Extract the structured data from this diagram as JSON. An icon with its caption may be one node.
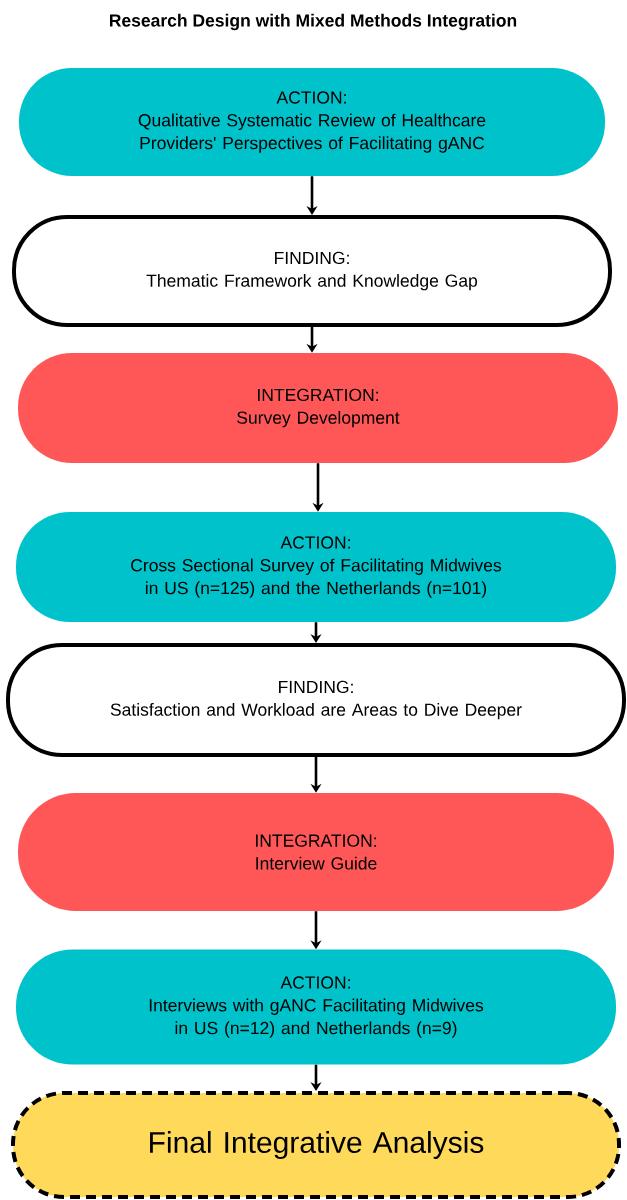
{
  "diagram": {
    "title": "Research Design with Mixed Methods Integration",
    "nodes": [
      {
        "text": [
          "ACTION:",
          "Qualitative Systematic Review of Healthcare Providers' Perspectives of Facilitating gANC"
        ]
      },
      {
        "text": [
          "FINDING:",
          "Thematic Framework and Knowledge Gap"
        ]
      },
      {
        "text": [
          "INTEGRATION:",
          "Survey Development"
        ]
      },
      {
        "text": [
          "ACTION:",
          "Cross Sectional Survey of Facilitating Midwives in US (n=125) and the Netherlands (n=101)"
        ]
      },
      {
        "text": [
          "FINDING:",
          "Satisfaction and Workload are Areas to Dive Deeper"
        ]
      },
      {
        "text": [
          "INTEGRATION:",
          "Interview Guide"
        ]
      },
      {
        "text": [
          "ACTION:",
          "Interviews with gANC Facilitating Midwives in US (n=12) and Netherlands (n=9)"
        ]
      },
      {
        "text": [
          "Final Integrative Analysis"
        ]
      }
    ],
    "edges": [
      {
        "from": 0,
        "to": 1,
        "arrow": "to"
      },
      {
        "from": 1,
        "to": 2,
        "arrow": "to"
      },
      {
        "from": 2,
        "to": 3,
        "arrow": "to"
      },
      {
        "from": 3,
        "to": 4,
        "arrow": "to"
      },
      {
        "from": 4,
        "to": 5,
        "arrow": "to"
      },
      {
        "from": 5,
        "to": 6,
        "arrow": "to"
      },
      {
        "from": 6,
        "to": 7,
        "arrow": "to"
      }
    ]
  }
}
